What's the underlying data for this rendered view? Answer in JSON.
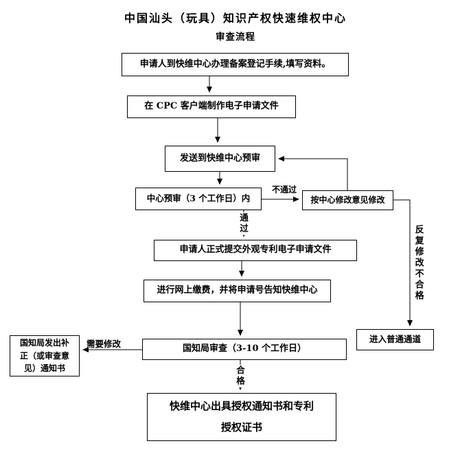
{
  "title": "中国汕头（玩具）知识产权快速维权中心",
  "subtitle": "审查流程",
  "nodes": {
    "register": "申请人到快维中心办理备案登记手续,填写资料。",
    "cpc": "在 CPC 客户端制作电子申请文件",
    "send_preview": "发送到快维中心预审",
    "center_preview": "中心预审（3 个工作日）内",
    "modify_per_center": "按中心修改意见修改",
    "formal_submit": "申请人正式提交外观专利电子申请文件",
    "online_pay": "进行网上缴费，并将申请号告知快维中心",
    "sipo_review": "国知局审查（3-10 个工作日）",
    "correction_notice": "国知局发出补正（或审查意见）通知书",
    "normal_channel": "进入普通通道",
    "grant": "快维中心出具授权通知书和专利授权证书"
  },
  "edge_labels": {
    "fail": "不通过",
    "pass": "通过",
    "repeat_fail": "反复修改不合格",
    "need_modify": "需要修改",
    "qualified": "合格"
  }
}
